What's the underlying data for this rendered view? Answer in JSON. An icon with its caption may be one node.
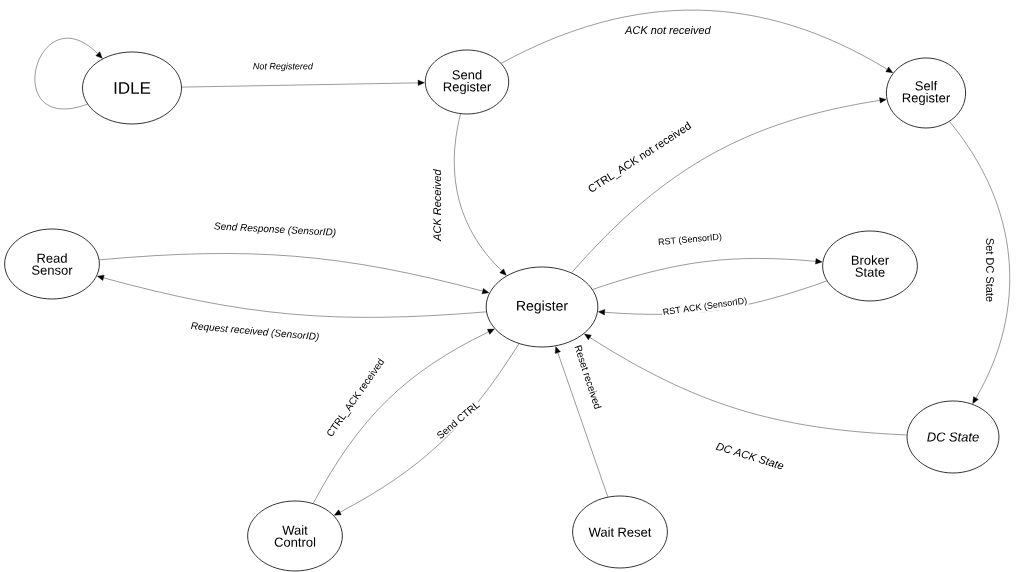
{
  "diagram": {
    "nodes": [
      {
        "text": [
          "IDLE"
        ]
      },
      {
        "text": [
          "Send Register"
        ]
      },
      {
        "text": [
          "Self Register"
        ]
      },
      {
        "text": [
          "Read Sensor"
        ]
      },
      {
        "text": [
          "Register"
        ]
      },
      {
        "text": [
          "Broker State"
        ]
      },
      {
        "text": [
          "*DC State*"
        ]
      },
      {
        "text": [
          "Wait Control"
        ]
      },
      {
        "text": [
          "Wait Reset"
        ]
      }
    ],
    "edges": [
      {
        "from": 0,
        "to": 0,
        "arrow": "to"
      },
      {
        "from": 0,
        "to": 1,
        "arrow": "to",
        "label": "*Not Registered*"
      },
      {
        "from": 1,
        "to": 2,
        "arrow": "to",
        "label": "*ACK not received*"
      },
      {
        "from": 1,
        "to": 4,
        "arrow": "to",
        "label": "*ACK Received*"
      },
      {
        "from": 4,
        "to": 2,
        "arrow": "to",
        "label": "CTRL_ACK not received"
      },
      {
        "from": 2,
        "to": 6,
        "arrow": "to",
        "label": "Set DC State"
      },
      {
        "from": 3,
        "to": 4,
        "arrow": "to",
        "label": "*Send Response (SensorID)*"
      },
      {
        "from": 4,
        "to": 3,
        "arrow": "to",
        "label": "*Request received (SensorID)*"
      },
      {
        "from": 4,
        "to": 5,
        "arrow": "to",
        "label": "RST (SensorID)"
      },
      {
        "from": 5,
        "to": 4,
        "arrow": "to",
        "label": "RST ACK (SensorID)"
      },
      {
        "from": 6,
        "to": 4,
        "arrow": "to",
        "label": "*DC ACK State*"
      },
      {
        "from": 7,
        "to": 4,
        "arrow": "to",
        "label": "CTRL_ACK received"
      },
      {
        "from": 4,
        "to": 7,
        "arrow": "to",
        "label": "Send CTRL"
      },
      {
        "from": 8,
        "to": 4,
        "arrow": "to",
        "label": "Reset received"
      }
    ]
  }
}
